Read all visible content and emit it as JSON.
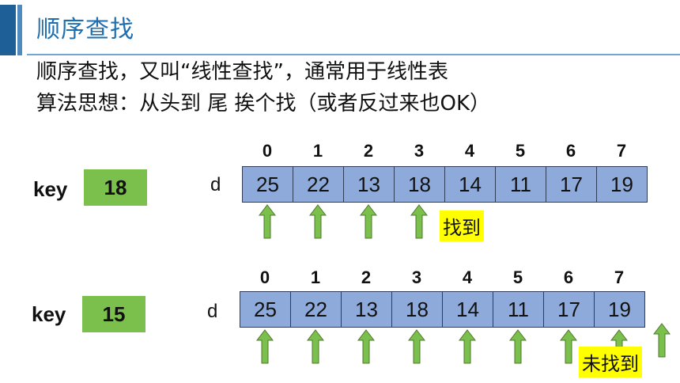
{
  "title": "顺序查找",
  "lines": {
    "line1": "顺序查找，又叫“线性查找”，通常用于线性表",
    "line2": "算法思想：从头到 尾 挨个找（或者反过来也OK）"
  },
  "example1": {
    "key_label": "key",
    "key_value": "18",
    "array_label": "d",
    "indices": [
      "0",
      "1",
      "2",
      "3",
      "4",
      "5",
      "6",
      "7"
    ],
    "values": [
      "25",
      "22",
      "13",
      "18",
      "14",
      "11",
      "17",
      "19"
    ],
    "result_label": "找到"
  },
  "example2": {
    "key_label": "key",
    "key_value": "15",
    "array_label": "d",
    "indices": [
      "0",
      "1",
      "2",
      "3",
      "4",
      "5",
      "6",
      "7"
    ],
    "values": [
      "25",
      "22",
      "13",
      "18",
      "14",
      "11",
      "17",
      "19"
    ],
    "result_label": "未找到"
  },
  "colors": {
    "title": "#1f6fb0",
    "cell_fill": "#8eaadb",
    "key_fill": "#7bbf4c",
    "arrow_fill": "#7bbf4c",
    "highlight": "#ffff00"
  }
}
